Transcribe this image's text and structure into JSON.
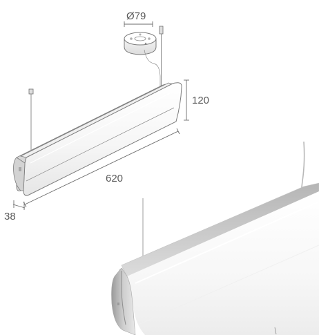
{
  "dimensions": {
    "diameter_label": "Ø79",
    "height_label": "120",
    "length_label": "620",
    "depth_label": "38"
  }
}
